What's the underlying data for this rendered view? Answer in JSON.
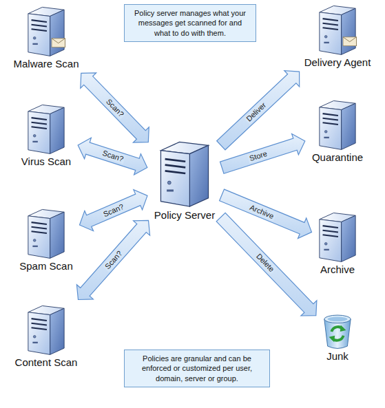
{
  "diagram": {
    "nodes": [
      {
        "text": [
          "Policy server manages what your messages get scanned for and what to do with them."
        ]
      },
      {
        "text": [
          "Malware Scan"
        ]
      },
      {
        "text": [
          "Delivery Agent"
        ]
      },
      {
        "text": [
          "Virus Scan"
        ]
      },
      {
        "text": [
          "Quarantine"
        ]
      },
      {
        "text": [
          "Policy Server"
        ]
      },
      {
        "text": [
          "Spam Scan"
        ]
      },
      {
        "text": [
          "Archive"
        ]
      },
      {
        "text": [
          "Content Scan"
        ]
      },
      {
        "text": [
          "Junk"
        ]
      },
      {
        "text": [
          "Policies are granular and can be enforced or customized per user, domain, server or group."
        ]
      }
    ],
    "edges": [
      {
        "from": 1,
        "to": 5,
        "arrow": "both",
        "label": "Scan?"
      },
      {
        "from": 3,
        "to": 5,
        "arrow": "both",
        "label": "Scan?"
      },
      {
        "from": 6,
        "to": 5,
        "arrow": "both",
        "label": "Scan?"
      },
      {
        "from": 8,
        "to": 5,
        "arrow": "both",
        "label": "Scan?"
      },
      {
        "from": 5,
        "to": 2,
        "arrow": "to",
        "label": "Deliver"
      },
      {
        "from": 5,
        "to": 4,
        "arrow": "to",
        "label": "Store"
      },
      {
        "from": 5,
        "to": 7,
        "arrow": "to",
        "label": "Archive"
      },
      {
        "from": 5,
        "to": 9,
        "arrow": "to",
        "label": "Delete"
      }
    ]
  }
}
